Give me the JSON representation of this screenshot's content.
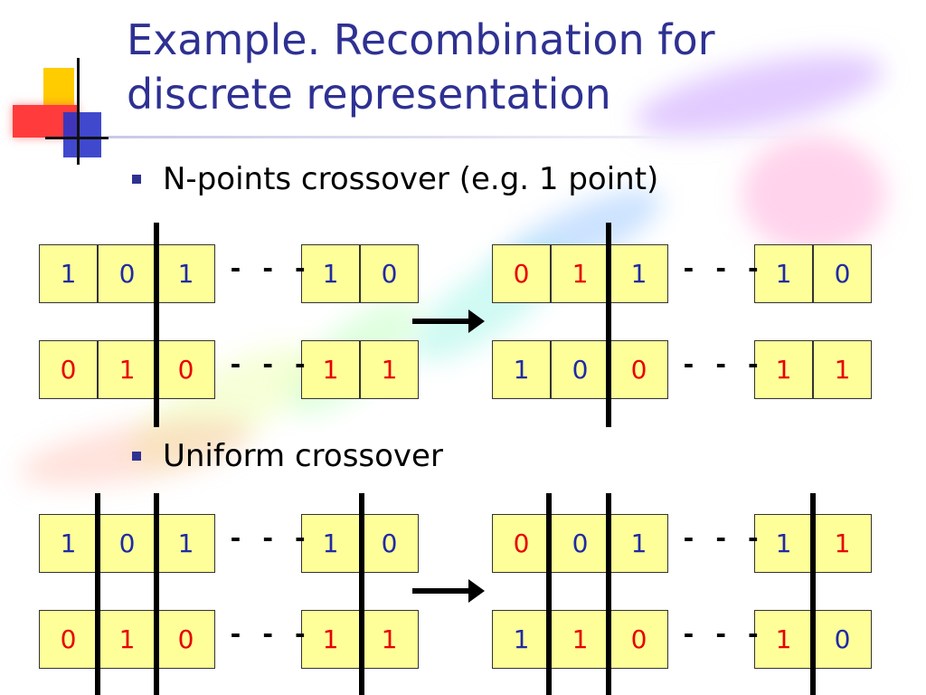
{
  "slide": {
    "title_line1": "Example. Recombination for",
    "title_line2": "discrete representation",
    "accent_color": "#2e3192",
    "cell_color": "#ffff99"
  },
  "bullets": [
    "N-points crossover (e.g. 1 point)",
    "Uniform crossover"
  ],
  "ellipsis": "- - -",
  "diagrams": [
    {
      "name": "one-point",
      "parents": [
        [
          {
            "v": "1",
            "c": "blue"
          },
          {
            "v": "0",
            "c": "blue"
          },
          {
            "v": "1",
            "c": "blue"
          },
          {
            "v": "1",
            "c": "blue"
          },
          {
            "v": "0",
            "c": "blue"
          }
        ],
        [
          {
            "v": "0",
            "c": "red"
          },
          {
            "v": "1",
            "c": "red"
          },
          {
            "v": "0",
            "c": "red"
          },
          {
            "v": "1",
            "c": "red"
          },
          {
            "v": "1",
            "c": "red"
          }
        ]
      ],
      "offspring": [
        [
          {
            "v": "0",
            "c": "red"
          },
          {
            "v": "1",
            "c": "red"
          },
          {
            "v": "1",
            "c": "blue"
          },
          {
            "v": "1",
            "c": "blue"
          },
          {
            "v": "0",
            "c": "blue"
          }
        ],
        [
          {
            "v": "1",
            "c": "blue"
          },
          {
            "v": "0",
            "c": "blue"
          },
          {
            "v": "0",
            "c": "red"
          },
          {
            "v": "1",
            "c": "red"
          },
          {
            "v": "1",
            "c": "red"
          }
        ]
      ]
    },
    {
      "name": "uniform",
      "parents": [
        [
          {
            "v": "1",
            "c": "blue"
          },
          {
            "v": "0",
            "c": "blue"
          },
          {
            "v": "1",
            "c": "blue"
          },
          {
            "v": "1",
            "c": "blue"
          },
          {
            "v": "0",
            "c": "blue"
          }
        ],
        [
          {
            "v": "0",
            "c": "red"
          },
          {
            "v": "1",
            "c": "red"
          },
          {
            "v": "0",
            "c": "red"
          },
          {
            "v": "1",
            "c": "red"
          },
          {
            "v": "1",
            "c": "red"
          }
        ]
      ],
      "offspring": [
        [
          {
            "v": "0",
            "c": "red"
          },
          {
            "v": "0",
            "c": "blue"
          },
          {
            "v": "1",
            "c": "blue"
          },
          {
            "v": "1",
            "c": "blue"
          },
          {
            "v": "1",
            "c": "red"
          }
        ],
        [
          {
            "v": "1",
            "c": "blue"
          },
          {
            "v": "1",
            "c": "red"
          },
          {
            "v": "0",
            "c": "red"
          },
          {
            "v": "1",
            "c": "red"
          },
          {
            "v": "0",
            "c": "blue"
          }
        ]
      ]
    }
  ]
}
